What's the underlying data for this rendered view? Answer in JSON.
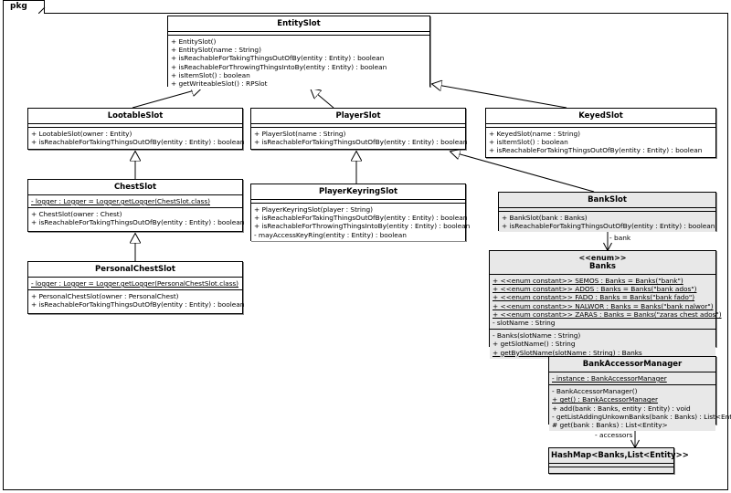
{
  "package": {
    "label": "pkg"
  },
  "classes": [
    {
      "id": "entityslot",
      "name": "EntitySlot",
      "stereotype": "",
      "shaded": false,
      "attributes": [],
      "operations": [
        {
          "text": "+ EntitySlot()",
          "static": false
        },
        {
          "text": "+ EntitySlot(name : String)",
          "static": false
        },
        {
          "text": "+ isReachableForTakingThingsOutOfBy(entity : Entity) : boolean",
          "static": false
        },
        {
          "text": "+ isReachableForThrowingThingsIntoBy(entity : Entity) : boolean",
          "static": false
        },
        {
          "text": "+ isItemSlot() : boolean",
          "static": false
        },
        {
          "text": "+ getWriteableSlot() : RPSlot",
          "static": false
        }
      ]
    },
    {
      "id": "lootableslot",
      "name": "LootableSlot",
      "stereotype": "",
      "shaded": false,
      "attributes": [],
      "operations": [
        {
          "text": "+ LootableSlot(owner : Entity)",
          "static": false
        },
        {
          "text": "+ isReachableForTakingThingsOutOfBy(entity : Entity) : boolean",
          "static": false
        }
      ]
    },
    {
      "id": "playerslot",
      "name": "PlayerSlot",
      "stereotype": "",
      "shaded": false,
      "attributes": [],
      "operations": [
        {
          "text": "+ PlayerSlot(name : String)",
          "static": false
        },
        {
          "text": "+ isReachableForTakingThingsOutOfBy(entity : Entity) : boolean",
          "static": false
        }
      ]
    },
    {
      "id": "keyedslot",
      "name": "KeyedSlot",
      "stereotype": "",
      "shaded": false,
      "attributes": [],
      "operations": [
        {
          "text": "+ KeyedSlot(name : String)",
          "static": false
        },
        {
          "text": "+ isItemSlot() : boolean",
          "static": false
        },
        {
          "text": "+ isReachableForTakingThingsOutOfBy(entity : Entity) : boolean",
          "static": false
        }
      ]
    },
    {
      "id": "chestslot",
      "name": "ChestSlot",
      "stereotype": "",
      "shaded": false,
      "attributes": [
        {
          "text": "- logger : Logger = Logger.getLogger(ChestSlot.class)",
          "static": true
        }
      ],
      "operations": [
        {
          "text": "+ ChestSlot(owner : Chest)",
          "static": false
        },
        {
          "text": "+ isReachableForTakingThingsOutOfBy(entity : Entity) : boolean",
          "static": false
        }
      ]
    },
    {
      "id": "playerkeyringslot",
      "name": "PlayerKeyringSlot",
      "stereotype": "",
      "shaded": false,
      "attributes": [],
      "operations": [
        {
          "text": "+ PlayerKeyringSlot(player : String)",
          "static": false
        },
        {
          "text": "+ isReachableForTakingThingsOutOfBy(entity : Entity) : boolean",
          "static": false
        },
        {
          "text": "+ isReachableForThrowingThingsIntoBy(entity : Entity) : boolean",
          "static": false
        },
        {
          "text": "- mayAccessKeyRing(entity : Entity) : boolean",
          "static": false
        }
      ]
    },
    {
      "id": "personalchestslot",
      "name": "PersonalChestSlot",
      "stereotype": "",
      "shaded": false,
      "attributes": [
        {
          "text": "- logger : Logger = Logger.getLogger(PersonalChestSlot.class)",
          "static": true
        }
      ],
      "operations": [
        {
          "text": "+ PersonalChestSlot(owner : PersonalChest)",
          "static": false
        },
        {
          "text": "+ isReachableForTakingThingsOutOfBy(entity : Entity) : boolean",
          "static": false
        }
      ]
    },
    {
      "id": "bankslot",
      "name": "BankSlot",
      "stereotype": "",
      "shaded": true,
      "attributes": [],
      "operations": [
        {
          "text": "+ BankSlot(bank : Banks)",
          "static": false
        },
        {
          "text": "+ isReachableForTakingThingsOutOfBy(entity : Entity) : boolean",
          "static": false
        }
      ]
    },
    {
      "id": "banks",
      "name": "Banks",
      "stereotype": "<<enum>>",
      "shaded": true,
      "attributes": [
        {
          "text": "+ <<enum constant>> SEMOS : Banks = Banks(\"bank\")",
          "static": true
        },
        {
          "text": "+ <<enum constant>> ADOS : Banks = Banks(\"bank ados\")",
          "static": true
        },
        {
          "text": "+ <<enum constant>> FADO : Banks = Banks(\"bank fado\")",
          "static": true
        },
        {
          "text": "+ <<enum constant>> NALWOR : Banks = Banks(\"bank nalwor\")",
          "static": true
        },
        {
          "text": "+ <<enum constant>> ZARAS : Banks = Banks(\"zaras chest ados\")",
          "static": true
        },
        {
          "text": "- slotName : String",
          "static": false
        }
      ],
      "operations": [
        {
          "text": "- Banks(slotName : String)",
          "static": false
        },
        {
          "text": "+ getSlotName() : String",
          "static": false
        },
        {
          "text": "+ getBySlotName(slotName : String) : Banks",
          "static": true
        }
      ]
    },
    {
      "id": "bankaccessormanager",
      "name": "BankAccessorManager",
      "stereotype": "",
      "shaded": true,
      "attributes": [
        {
          "text": "- instance : BankAccessorManager",
          "static": true
        }
      ],
      "operations": [
        {
          "text": "- BankAccessorManager()",
          "static": false
        },
        {
          "text": "+ get() : BankAccessorManager",
          "static": true
        },
        {
          "text": "+ add(bank : Banks, entity : Entity) : void",
          "static": false
        },
        {
          "text": "- getListAddingUnkownBanks(bank : Banks) : List<Entity>",
          "static": false
        },
        {
          "text": "# get(bank : Banks) : List<Entity>",
          "static": false
        }
      ]
    },
    {
      "id": "hashmap",
      "name": "HashMap<Banks,List<Entity>>",
      "stereotype": "",
      "shaded": true,
      "attributes": [],
      "operations": []
    }
  ],
  "edge_labels": [
    {
      "id": "bank-label",
      "text": "- bank"
    },
    {
      "id": "accessors-label",
      "text": "- accessors"
    }
  ]
}
